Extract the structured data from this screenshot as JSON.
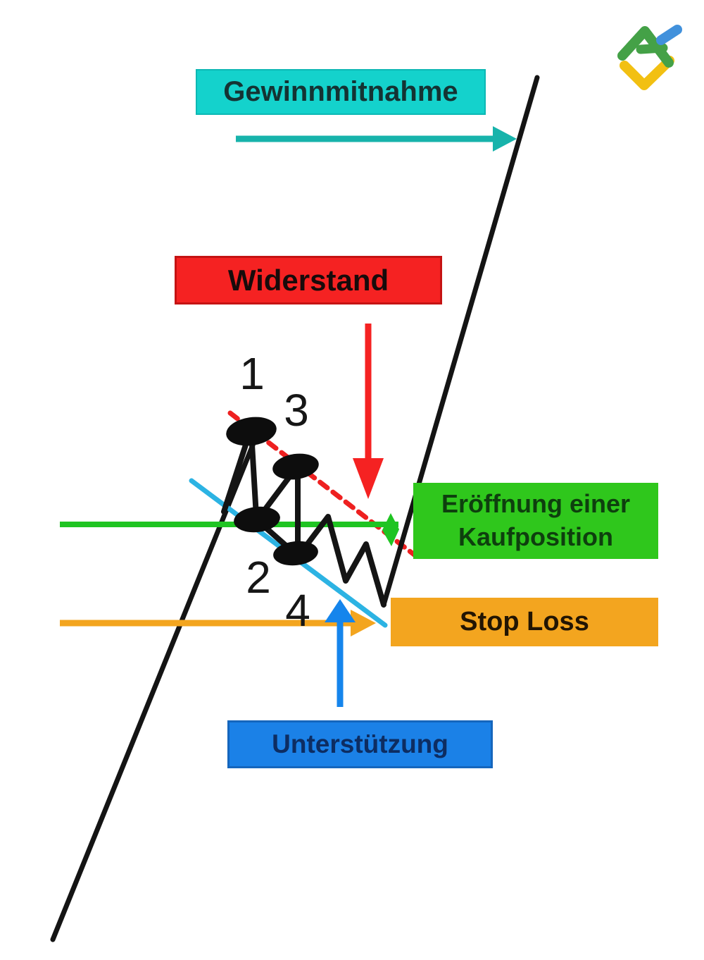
{
  "page": {
    "background": "#ffffff",
    "description": "Bull flag chart pattern diagram with German trading annotations"
  },
  "labels": {
    "take_profit": {
      "text": "Gewinnmitnahme",
      "bg": "#14d2cc",
      "text_color": "#143333"
    },
    "resistance": {
      "text": "Widerstand",
      "bg": "#f52222",
      "text_color": "#170b0b"
    },
    "open_buy": {
      "line1": "Eröffnung einer",
      "line2": "Kaufposition",
      "bg": "#2fc71c",
      "text_color": "#0e3f0e"
    },
    "stop_loss": {
      "text": "Stop Loss",
      "bg": "#f3a51f",
      "text_color": "#221503"
    },
    "support": {
      "text": "Unterstützung",
      "bg": "#1b81e7",
      "text_color": "#0d2d62"
    }
  },
  "points": {
    "p1": "1",
    "p2": "2",
    "p3": "3",
    "p4": "4"
  },
  "diagram": {
    "colors": {
      "trend_line": "#141414",
      "swing_dots": "#0d0d0d",
      "resistance_dashed_line": "#ee2020",
      "support_channel_line": "#2cb3e3",
      "entry_level_line": "#1fc422",
      "entry_marker": "#1fc422",
      "take_profit_arrow": "#17b3ab",
      "resistance_arrow": "#f52222",
      "stop_loss_arrow": "#f3a51f",
      "support_arrow": "#1585ec"
    }
  },
  "logo": {
    "name": "broker-logo",
    "colors": {
      "green": "#44a147",
      "yellow": "#f2c012",
      "blue": "#4191dc"
    }
  }
}
